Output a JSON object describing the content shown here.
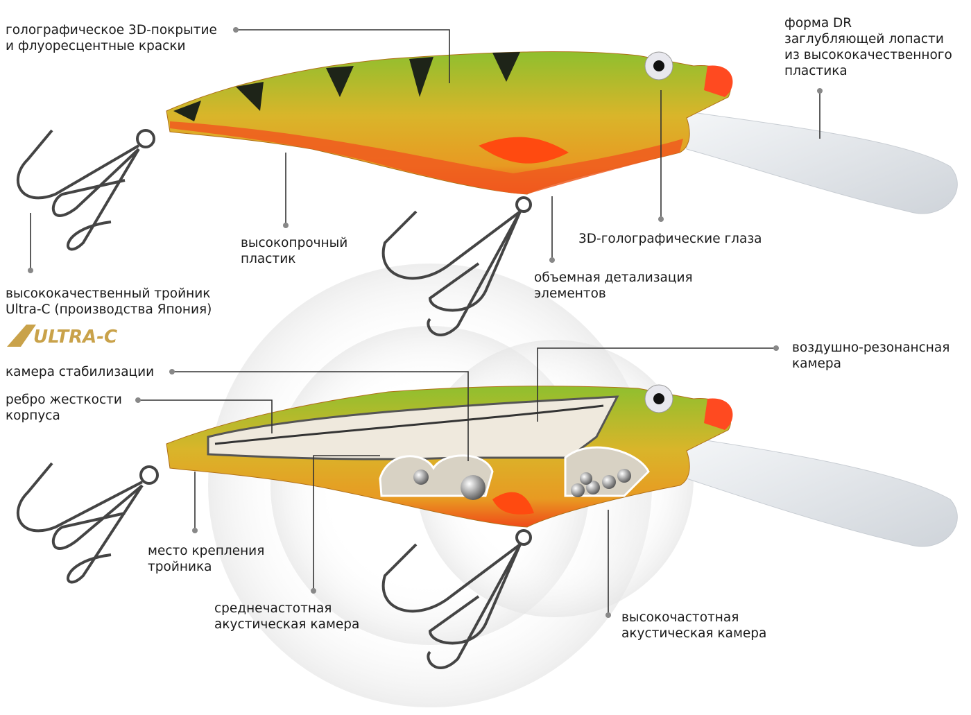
{
  "callouts": {
    "coating": "голографическое 3D-покрытие\nи флуоресцентные краски",
    "lip": "форма DR\nзаглубляющей лопасти\nиз высококачественного\nпластика",
    "plastic": "высокопрочный\nпластик",
    "eyes": "3D-голографические глаза",
    "detail": "объемная детализация\nэлементов",
    "hook": "высококачественный тройник\nUltra-C (производства Япония)",
    "stabilization": "камера стабилизации",
    "rib": "ребро жесткости\nкорпуса",
    "air_chamber": "воздушно-резонансная\nкамера",
    "hook_mount": "место крепления\nтройника",
    "mid_freq": "среднечастотная\nакустическая камера",
    "high_freq": "высокочастотная\nакустическая камера"
  },
  "logo": {
    "text": "ULTRA-C",
    "color": "#c9a24a"
  },
  "colors": {
    "body_green": "#9cc23a",
    "body_gold": "#e2b02a",
    "belly": "#f05a1e",
    "stripe": "#1e2418",
    "line": "#333333"
  }
}
